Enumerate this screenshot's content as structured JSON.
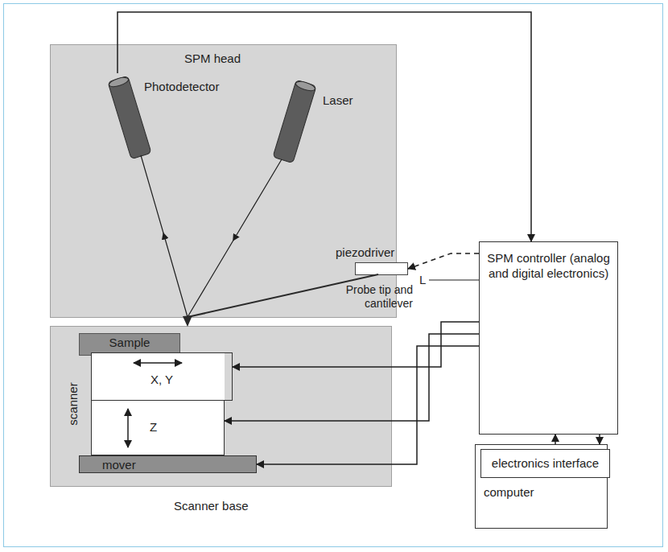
{
  "diagram": {
    "nodes": [
      {
        "text": [
          "SPM head"
        ]
      },
      {
        "text": [
          "Photodetector"
        ],
        "in": 0
      },
      {
        "text": [
          "Laser"
        ],
        "in": 0
      },
      {
        "text": [
          "piezodriver"
        ],
        "in": 0
      },
      {
        "text": [
          "Scanner base"
        ]
      },
      {
        "text": [
          "Sample"
        ],
        "in": 4
      },
      {
        "text": [
          "scanner"
        ],
        "in": 4
      },
      {
        "text": [
          "X, Y"
        ],
        "in": 6
      },
      {
        "text": [
          "Z"
        ],
        "in": 6
      },
      {
        "text": [
          "mover"
        ],
        "in": 4
      },
      {
        "text": [
          "SPM controller (analog and digital electronics)"
        ]
      },
      {
        "text": [
          "computer"
        ]
      },
      {
        "text": [
          "electronics interface"
        ],
        "in": 11
      }
    ],
    "edges": [
      {
        "from": 1,
        "to": 10,
        "arrow": "to"
      },
      {
        "from": 10,
        "to": 3,
        "arrow": "to"
      },
      {
        "from": 10,
        "to": 7,
        "arrow": "to"
      },
      {
        "from": 10,
        "to": 8,
        "arrow": "to"
      },
      {
        "from": 10,
        "to": 9,
        "arrow": "to"
      },
      {
        "from": 10,
        "to": 11,
        "arrow": "to"
      },
      {
        "from": 11,
        "to": 10,
        "arrow": "to"
      }
    ],
    "labels": [
      "Probe tip and cantilever",
      "L"
    ]
  }
}
